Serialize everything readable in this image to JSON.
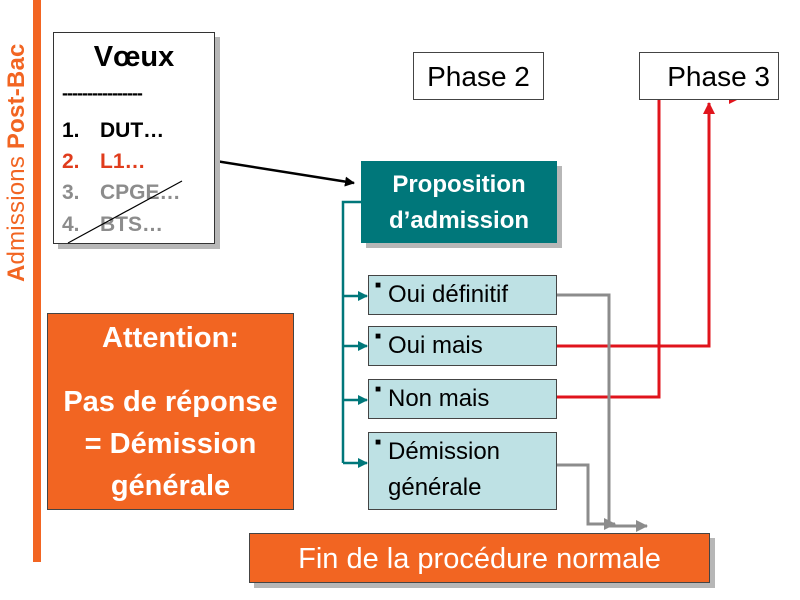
{
  "side_title": {
    "first_letter": "A",
    "word1": "dmissions",
    "word2": "Post-Bac"
  },
  "voeux": {
    "title": "Vœux",
    "divider": "----------------",
    "items": [
      {
        "num": "1.",
        "label": "DUT…",
        "color": "#000000"
      },
      {
        "num": "2.",
        "label": "L1…",
        "color": "#e03c1c"
      },
      {
        "num": "3.",
        "label": "CPGE…",
        "color": "#8c8c8c"
      },
      {
        "num": "4.",
        "label": "BTS…",
        "color": "#8c8c8c"
      }
    ]
  },
  "phases": {
    "phase2": "Phase 2",
    "phase3": "Phase 3"
  },
  "proposition": {
    "line1": "Proposition",
    "line2": "d’admission"
  },
  "choices": {
    "oui_definitif": "Oui définitif",
    "oui_mais": "Oui mais",
    "non_mais": "Non mais",
    "demission_line1": "Démission",
    "demission_line2": "générale"
  },
  "attention": {
    "title": "Attention:",
    "line1": "Pas de réponse",
    "line2": "= Démission",
    "line3": "générale"
  },
  "fin": "Fin de la procédure normale",
  "colors": {
    "orange": "#f26522",
    "teal": "#00777a",
    "light_teal": "#bee1e4",
    "red": "#e0141c",
    "gray": "#8c8c8c"
  }
}
